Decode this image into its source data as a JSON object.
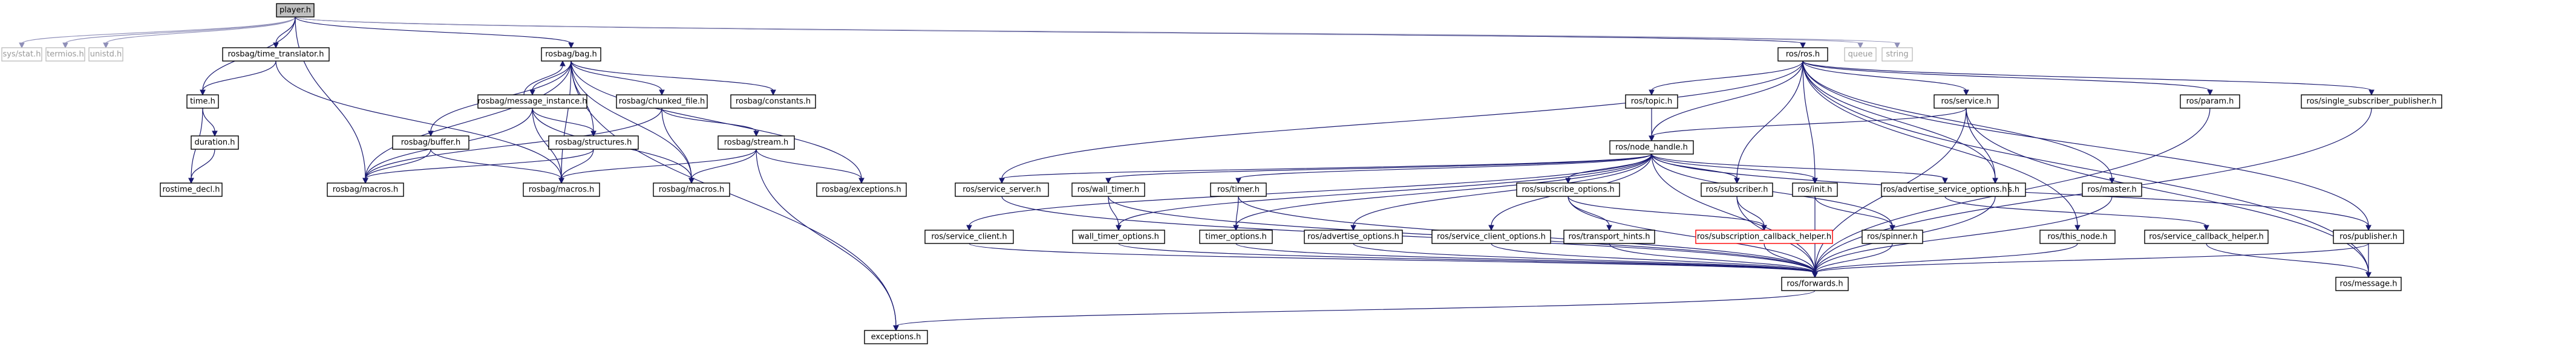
{
  "graph": {
    "root": "player.h",
    "nodes": [
      {
        "id": "player",
        "label": "player.h",
        "kind": "root"
      },
      {
        "id": "sys_stat",
        "label": "sys/stat.h",
        "kind": "system"
      },
      {
        "id": "termios",
        "label": "termios.h",
        "kind": "system"
      },
      {
        "id": "unistd",
        "label": "unistd.h",
        "kind": "system"
      },
      {
        "id": "queue",
        "label": "queue",
        "kind": "system"
      },
      {
        "id": "string",
        "label": "string",
        "kind": "system"
      },
      {
        "id": "time_translator",
        "label": "rosbag/time_translator.h",
        "kind": "header"
      },
      {
        "id": "time",
        "label": "time.h",
        "kind": "header"
      },
      {
        "id": "duration",
        "label": "duration.h",
        "kind": "header"
      },
      {
        "id": "rostime_decl",
        "label": "rostime_decl.h",
        "kind": "header"
      },
      {
        "id": "bag",
        "label": "rosbag/bag.h",
        "kind": "header"
      },
      {
        "id": "message_instance",
        "label": "rosbag/message_instance.h",
        "kind": "header"
      },
      {
        "id": "chunked_file",
        "label": "rosbag/chunked_file.h",
        "kind": "header"
      },
      {
        "id": "constants",
        "label": "rosbag/constants.h",
        "kind": "header"
      },
      {
        "id": "buffer",
        "label": "rosbag/buffer.h",
        "kind": "header"
      },
      {
        "id": "structures",
        "label": "rosbag/structures.h",
        "kind": "header"
      },
      {
        "id": "stream",
        "label": "rosbag/stream.h",
        "kind": "header"
      },
      {
        "id": "rosbag_macros_a",
        "label": "rosbag/macros.h",
        "kind": "header"
      },
      {
        "id": "rosbag_macros_b",
        "label": "rosbag/macros.h",
        "kind": "header"
      },
      {
        "id": "rosbag_macros_c",
        "label": "rosbag/macros.h",
        "kind": "header"
      },
      {
        "id": "rosbag_exceptions",
        "label": "rosbag/exceptions.h",
        "kind": "header"
      },
      {
        "id": "exceptions",
        "label": "exceptions.h",
        "kind": "header"
      },
      {
        "id": "ros",
        "label": "ros/ros.h",
        "kind": "header"
      },
      {
        "id": "topic",
        "label": "ros/topic.h",
        "kind": "header"
      },
      {
        "id": "service",
        "label": "ros/service.h",
        "kind": "header"
      },
      {
        "id": "param",
        "label": "ros/param.h",
        "kind": "header"
      },
      {
        "id": "single_subscriber_publisher",
        "label": "ros/single_subscriber_publisher.h",
        "kind": "header"
      },
      {
        "id": "node_handle",
        "label": "ros/node_handle.h",
        "kind": "header"
      },
      {
        "id": "names",
        "label": "ros/names.h",
        "kind": "header"
      },
      {
        "id": "master",
        "label": "ros/master.h",
        "kind": "header"
      },
      {
        "id": "service_server",
        "label": "ros/service_server.h",
        "kind": "header"
      },
      {
        "id": "wall_timer",
        "label": "ros/wall_timer.h",
        "kind": "header"
      },
      {
        "id": "timer",
        "label": "ros/timer.h",
        "kind": "header"
      },
      {
        "id": "subscribe_options",
        "label": "ros/subscribe_options.h",
        "kind": "header"
      },
      {
        "id": "subscriber",
        "label": "ros/subscriber.h",
        "kind": "header"
      },
      {
        "id": "init",
        "label": "ros/init.h",
        "kind": "header"
      },
      {
        "id": "advertise_service_options",
        "label": "ros/advertise_service_options.h",
        "kind": "header"
      },
      {
        "id": "service_client",
        "label": "ros/service_client.h",
        "kind": "header"
      },
      {
        "id": "wall_timer_options",
        "label": "wall_timer_options.h",
        "kind": "header"
      },
      {
        "id": "timer_options",
        "label": "timer_options.h",
        "kind": "header"
      },
      {
        "id": "advertise_options",
        "label": "ros/advertise_options.h",
        "kind": "header"
      },
      {
        "id": "service_client_options",
        "label": "ros/service_client_options.h",
        "kind": "header"
      },
      {
        "id": "transport_hints",
        "label": "ros/transport_hints.h",
        "kind": "header"
      },
      {
        "id": "subscription_callback_helper",
        "label": "ros/subscription_callback_helper.h",
        "kind": "incomplete"
      },
      {
        "id": "spinner",
        "label": "ros/spinner.h",
        "kind": "header"
      },
      {
        "id": "this_node",
        "label": "ros/this_node.h",
        "kind": "header"
      },
      {
        "id": "service_callback_helper",
        "label": "ros/service_callback_helper.h",
        "kind": "header"
      },
      {
        "id": "publisher",
        "label": "ros/publisher.h",
        "kind": "header"
      },
      {
        "id": "forwards",
        "label": "ros/forwards.h",
        "kind": "header"
      },
      {
        "id": "message",
        "label": "ros/message.h",
        "kind": "header"
      }
    ],
    "edges": [
      [
        "player",
        "sys_stat"
      ],
      [
        "player",
        "termios"
      ],
      [
        "player",
        "unistd"
      ],
      [
        "player",
        "time_translator"
      ],
      [
        "player",
        "time"
      ],
      [
        "player",
        "rosbag_macros_a"
      ],
      [
        "player",
        "bag"
      ],
      [
        "player",
        "ros"
      ],
      [
        "player",
        "queue"
      ],
      [
        "player",
        "string"
      ],
      [
        "time_translator",
        "time"
      ],
      [
        "time_translator",
        "rosbag_macros_b"
      ],
      [
        "time",
        "duration"
      ],
      [
        "time",
        "rostime_decl"
      ],
      [
        "duration",
        "rostime_decl"
      ],
      [
        "bag",
        "message_instance"
      ],
      [
        "bag",
        "chunked_file"
      ],
      [
        "bag",
        "constants"
      ],
      [
        "bag",
        "buffer"
      ],
      [
        "bag",
        "structures"
      ],
      [
        "bag",
        "rosbag_macros_a"
      ],
      [
        "bag",
        "rosbag_macros_b"
      ],
      [
        "bag",
        "rosbag_macros_c"
      ],
      [
        "bag",
        "rosbag_exceptions"
      ],
      [
        "bag",
        "exceptions"
      ],
      [
        "message_instance",
        "bag"
      ],
      [
        "message_instance",
        "structures"
      ],
      [
        "message_instance",
        "rosbag_macros_a"
      ],
      [
        "message_instance",
        "rosbag_macros_b"
      ],
      [
        "message_instance",
        "rosbag_macros_c"
      ],
      [
        "chunked_file",
        "stream"
      ],
      [
        "chunked_file",
        "rosbag_macros_a"
      ],
      [
        "chunked_file",
        "rosbag_macros_c"
      ],
      [
        "buffer",
        "rosbag_macros_a"
      ],
      [
        "buffer",
        "rosbag_macros_b"
      ],
      [
        "structures",
        "rosbag_macros_a"
      ],
      [
        "structures",
        "rosbag_macros_b"
      ],
      [
        "stream",
        "rosbag_macros_b"
      ],
      [
        "stream",
        "rosbag_macros_c"
      ],
      [
        "stream",
        "rosbag_exceptions"
      ],
      [
        "stream",
        "exceptions"
      ],
      [
        "ros",
        "topic"
      ],
      [
        "ros",
        "service"
      ],
      [
        "ros",
        "param"
      ],
      [
        "ros",
        "single_subscriber_publisher"
      ],
      [
        "ros",
        "node_handle"
      ],
      [
        "ros",
        "names"
      ],
      [
        "ros",
        "master"
      ],
      [
        "ros",
        "subscriber"
      ],
      [
        "ros",
        "init"
      ],
      [
        "ros",
        "this_node"
      ],
      [
        "ros",
        "publisher"
      ],
      [
        "ros",
        "message"
      ],
      [
        "ros",
        "service_server"
      ],
      [
        "topic",
        "node_handle"
      ],
      [
        "service",
        "node_handle"
      ],
      [
        "service",
        "names"
      ],
      [
        "service",
        "forwards"
      ],
      [
        "service",
        "message"
      ],
      [
        "param",
        "forwards"
      ],
      [
        "single_subscriber_publisher",
        "forwards"
      ],
      [
        "node_handle",
        "service_server"
      ],
      [
        "node_handle",
        "wall_timer"
      ],
      [
        "node_handle",
        "timer"
      ],
      [
        "node_handle",
        "subscribe_options"
      ],
      [
        "node_handle",
        "subscriber"
      ],
      [
        "node_handle",
        "init"
      ],
      [
        "node_handle",
        "advertise_service_options"
      ],
      [
        "node_handle",
        "service_client"
      ],
      [
        "node_handle",
        "wall_timer_options"
      ],
      [
        "node_handle",
        "timer_options"
      ],
      [
        "node_handle",
        "advertise_options"
      ],
      [
        "node_handle",
        "service_client_options"
      ],
      [
        "node_handle",
        "forwards"
      ],
      [
        "node_handle",
        "spinner"
      ],
      [
        "node_handle",
        "publisher"
      ],
      [
        "names",
        "forwards"
      ],
      [
        "master",
        "forwards"
      ],
      [
        "service_server",
        "forwards"
      ],
      [
        "wall_timer",
        "wall_timer_options"
      ],
      [
        "wall_timer",
        "forwards"
      ],
      [
        "timer",
        "timer_options"
      ],
      [
        "timer",
        "forwards"
      ],
      [
        "subscribe_options",
        "transport_hints"
      ],
      [
        "subscribe_options",
        "subscription_callback_helper"
      ],
      [
        "subscribe_options",
        "forwards"
      ],
      [
        "subscriber",
        "subscription_callback_helper"
      ],
      [
        "subscriber",
        "forwards"
      ],
      [
        "init",
        "spinner"
      ],
      [
        "init",
        "forwards"
      ],
      [
        "advertise_service_options",
        "service_callback_helper"
      ],
      [
        "service_client",
        "forwards"
      ],
      [
        "wall_timer_options",
        "forwards"
      ],
      [
        "timer_options",
        "forwards"
      ],
      [
        "advertise_options",
        "forwards"
      ],
      [
        "service_client_options",
        "forwards"
      ],
      [
        "transport_hints",
        "forwards"
      ],
      [
        "subscription_callback_helper",
        "forwards"
      ],
      [
        "spinner",
        "forwards"
      ],
      [
        "this_node",
        "forwards"
      ],
      [
        "service_callback_helper",
        "message"
      ],
      [
        "publisher",
        "forwards"
      ],
      [
        "publisher",
        "message"
      ],
      [
        "forwards",
        "exceptions"
      ]
    ]
  }
}
